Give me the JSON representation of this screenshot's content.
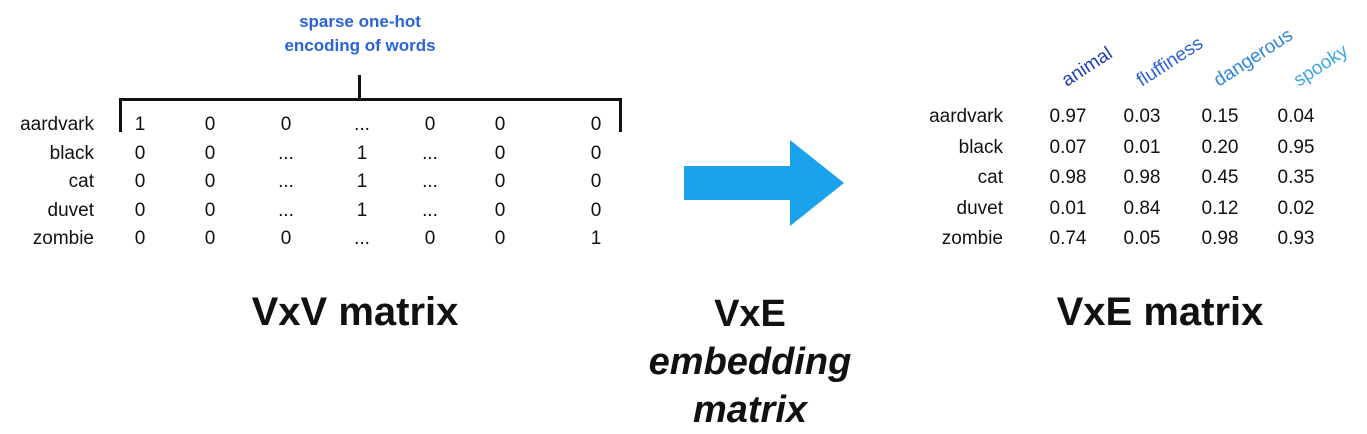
{
  "one_hot": {
    "annotation_line1": "sparse one-hot",
    "annotation_line2": "encoding of words",
    "rows": [
      {
        "word": "aardvark",
        "cells": [
          "1",
          "0",
          "0",
          "...",
          "0",
          "0",
          "0"
        ]
      },
      {
        "word": "black",
        "cells": [
          "0",
          "0",
          "...",
          "1",
          "...",
          "0",
          "0"
        ]
      },
      {
        "word": "cat",
        "cells": [
          "0",
          "0",
          "...",
          "1",
          "...",
          "0",
          "0"
        ]
      },
      {
        "word": "duvet",
        "cells": [
          "0",
          "0",
          "...",
          "1",
          "...",
          "0",
          "0"
        ]
      },
      {
        "word": "zombie",
        "cells": [
          "0",
          "0",
          "0",
          "...",
          "0",
          "0",
          "1"
        ]
      }
    ],
    "title": "VxV matrix"
  },
  "arrow": {
    "color": "#1aa3ec",
    "label_line1": "VxE",
    "label_line2": "embedding",
    "label_line3": "matrix"
  },
  "embedding": {
    "features": [
      {
        "name": "animal",
        "color": "#1f3fb0"
      },
      {
        "name": "fluffiness",
        "color": "#2a63d6"
      },
      {
        "name": "dangerous",
        "color": "#2f86dd"
      },
      {
        "name": "spooky",
        "color": "#3aa6e8"
      }
    ],
    "rows": [
      {
        "word": "aardvark",
        "values": [
          "0.97",
          "0.03",
          "0.15",
          "0.04"
        ]
      },
      {
        "word": "black",
        "values": [
          "0.07",
          "0.01",
          "0.20",
          "0.95"
        ]
      },
      {
        "word": "cat",
        "values": [
          "0.98",
          "0.98",
          "0.45",
          "0.35"
        ]
      },
      {
        "word": "duvet",
        "values": [
          "0.01",
          "0.84",
          "0.12",
          "0.02"
        ]
      },
      {
        "word": "zombie",
        "values": [
          "0.74",
          "0.05",
          "0.98",
          "0.93"
        ]
      }
    ],
    "title": "VxE matrix"
  }
}
